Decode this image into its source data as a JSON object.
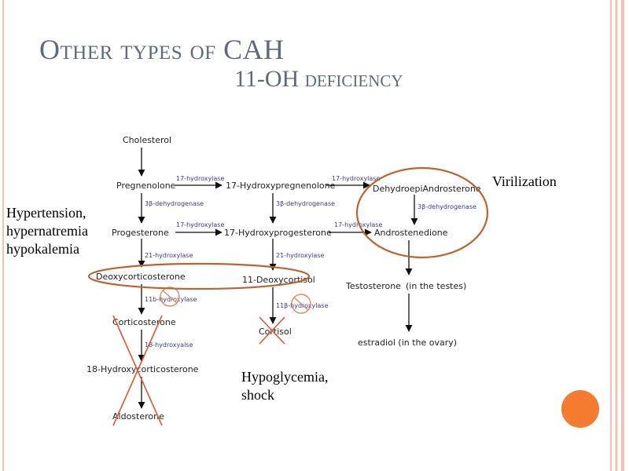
{
  "slide": {
    "title_line1": "Other types of CAH",
    "title_line2": "11-OH deficiency"
  },
  "colors": {
    "accent_orange": "#f47b30",
    "border_pink": "#f4c0b2",
    "title_gray": "#5f6b78",
    "highlight_brown": "#c0622b"
  },
  "diagram": {
    "nodes": {
      "cholesterol": "Cholesterol",
      "pregnenolone": "Pregnenolone",
      "hydroxypregnenolone": "17-Hydroxypregnenolone",
      "dhea": "DehydroepiAndrosterone",
      "progesterone": "Progesterone",
      "hydroxyprogesterone": "17-Hydroxyprogesterone",
      "androstenedione": "Androstenedione",
      "deoxycorticosterone": "Deoxycorticosterone",
      "deoxycortisol": "11-Deoxycortisol",
      "testosterone": "Testosterone",
      "testosterone_note": "(in the testes)",
      "corticosterone": "Corticosterone",
      "cortisol": "Cortisol",
      "estradiol": "estradiol (in the ovary)",
      "hydroxycorticosterone": "18-Hydroxycorticosterone",
      "aldosterone": "Aldosterone"
    },
    "enzymes": {
      "e17_a": "17-hydroxylase",
      "e17_b": "17-hydroxylase",
      "e17_c": "17-hydroxylase",
      "e17_d": "17-hydroxylase",
      "e3b_a": "3β-dehydrogenase",
      "e3b_b": "3β-dehydrogenase",
      "e3b_c": "3β-dehydrogenase",
      "e21_a": "21-hydroxylase",
      "e21_b": "21-hydroxylase",
      "e11_a": "11b-hydroxylase",
      "e11_b": "11β-hydroxylase",
      "e18": "18-hydroxyalse"
    },
    "annotations": {
      "virilization": "Virilization",
      "hypertension_1": "Hypertension,",
      "hypertension_2": "hypernatremia",
      "hypertension_3": "hypokalemia",
      "hypoglycemia_1": "Hypoglycemia,",
      "hypoglycemia_2": "shock"
    }
  }
}
